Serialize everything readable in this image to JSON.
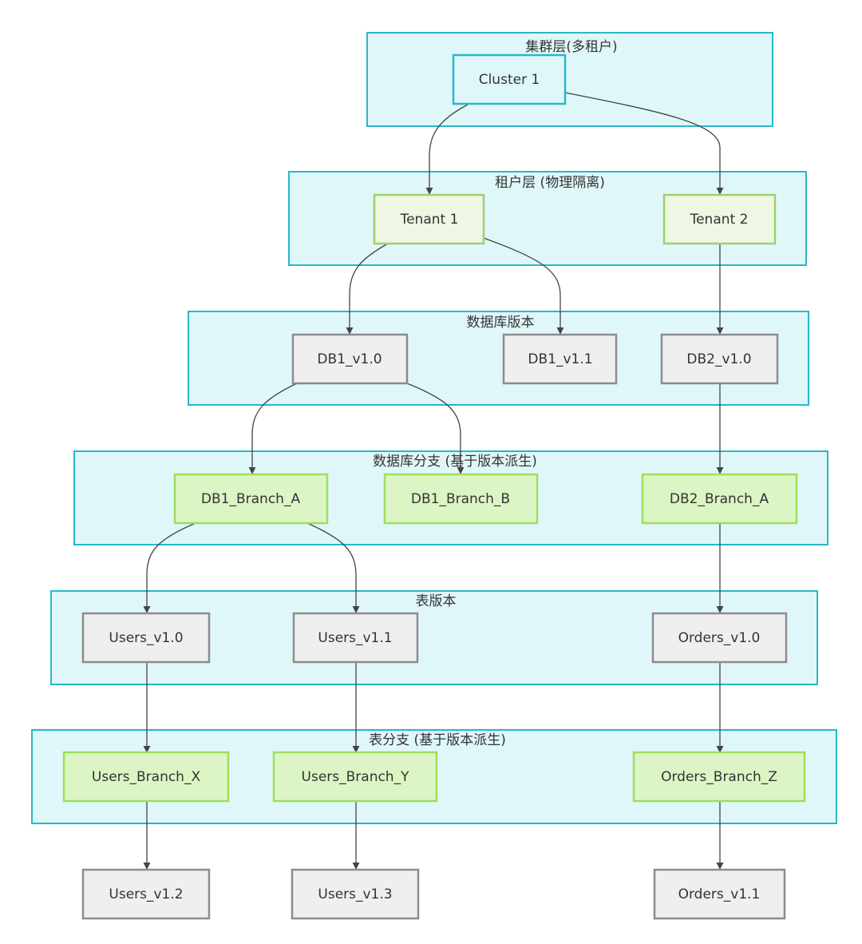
{
  "layers": {
    "cluster": "集群层(多租户)",
    "tenant": "租户层 (物理隔离)",
    "db_version": "数据库版本",
    "db_branch": "数据库分支 (基于版本派生)",
    "table_version": "表版本",
    "table_branch": "表分支 (基于版本派生)"
  },
  "nodes": {
    "cluster1": "Cluster 1",
    "tenant1": "Tenant 1",
    "tenant2": "Tenant 2",
    "db1_v10": "DB1_v1.0",
    "db1_v11": "DB1_v1.1",
    "db2_v10": "DB2_v1.0",
    "db1_branch_a": "DB1_Branch_A",
    "db1_branch_b": "DB1_Branch_B",
    "db2_branch_a": "DB2_Branch_A",
    "users_v10": "Users_v1.0",
    "users_v11": "Users_v1.1",
    "orders_v10": "Orders_v1.0",
    "users_branch_x": "Users_Branch_X",
    "users_branch_y": "Users_Branch_Y",
    "orders_branch_z": "Orders_Branch_Z",
    "users_v12": "Users_v1.2",
    "users_v13": "Users_v1.3",
    "orders_v11": "Orders_v1.1"
  },
  "edges": [
    [
      "cluster1",
      "tenant1"
    ],
    [
      "cluster1",
      "tenant2"
    ],
    [
      "tenant1",
      "db1_v10"
    ],
    [
      "tenant1",
      "db1_v11"
    ],
    [
      "tenant2",
      "db2_v10"
    ],
    [
      "db1_v10",
      "db1_branch_a"
    ],
    [
      "db1_v10",
      "db1_branch_b"
    ],
    [
      "db2_v10",
      "db2_branch_a"
    ],
    [
      "db1_branch_a",
      "users_v10"
    ],
    [
      "db1_branch_a",
      "users_v11"
    ],
    [
      "db2_branch_a",
      "orders_v10"
    ],
    [
      "users_v10",
      "users_branch_x"
    ],
    [
      "users_v11",
      "users_branch_y"
    ],
    [
      "orders_v10",
      "orders_branch_z"
    ],
    [
      "users_branch_x",
      "users_v12"
    ],
    [
      "users_branch_y",
      "users_v13"
    ],
    [
      "orders_branch_z",
      "orders_v11"
    ]
  ],
  "colors": {
    "layer_fill": "#e0f7fa",
    "layer_border": "#26b8c8",
    "version_node_fill": "#efefef",
    "branch_node_fill": "#dcf5c4",
    "tenant_node_fill": "#eef6e4",
    "edge": "#444444"
  }
}
